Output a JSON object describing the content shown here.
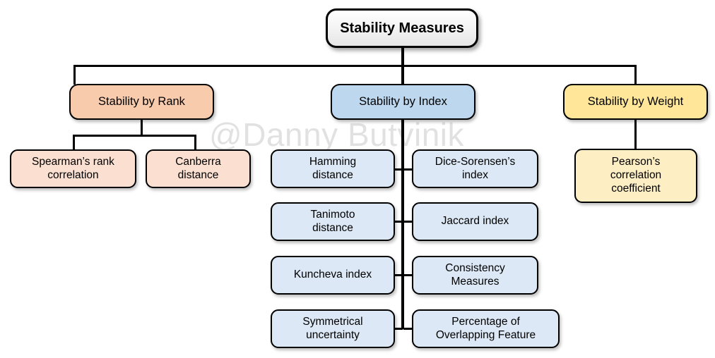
{
  "diagram": {
    "title": "Stability Measures",
    "watermark": "@Danny Butvinik",
    "colors": {
      "rank_fill": "#f8cbad",
      "rank_leaf_fill": "#fbe0d1",
      "index_fill": "#bdd7ee",
      "index_leaf_fill": "#dce8f5",
      "weight_fill": "#ffe699",
      "weight_leaf_fill": "#fdeec4",
      "border": "#000000",
      "background": "#ffffff"
    },
    "root": {
      "label": "Stability Measures"
    },
    "branches": [
      {
        "id": "rank",
        "label": "Stability by Rank",
        "children": [
          {
            "label": "Spearman’s rank\ncorrelation"
          },
          {
            "label": "Canberra\ndistance"
          }
        ]
      },
      {
        "id": "index",
        "label": "Stability by Index",
        "children": [
          {
            "label": "Hamming\ndistance"
          },
          {
            "label": "Dice-Sorensen’s\nindex"
          },
          {
            "label": "Tanimoto\ndistance"
          },
          {
            "label": "Jaccard index"
          },
          {
            "label": "Kuncheva index"
          },
          {
            "label": "Consistency\nMeasures"
          },
          {
            "label": "Symmetrical\nuncertainty"
          },
          {
            "label": "Percentage of\nOverlapping Feature"
          }
        ]
      },
      {
        "id": "weight",
        "label": "Stability by Weight",
        "children": [
          {
            "label": "Pearson’s\ncorrelation\ncoefficient"
          }
        ]
      }
    ]
  }
}
